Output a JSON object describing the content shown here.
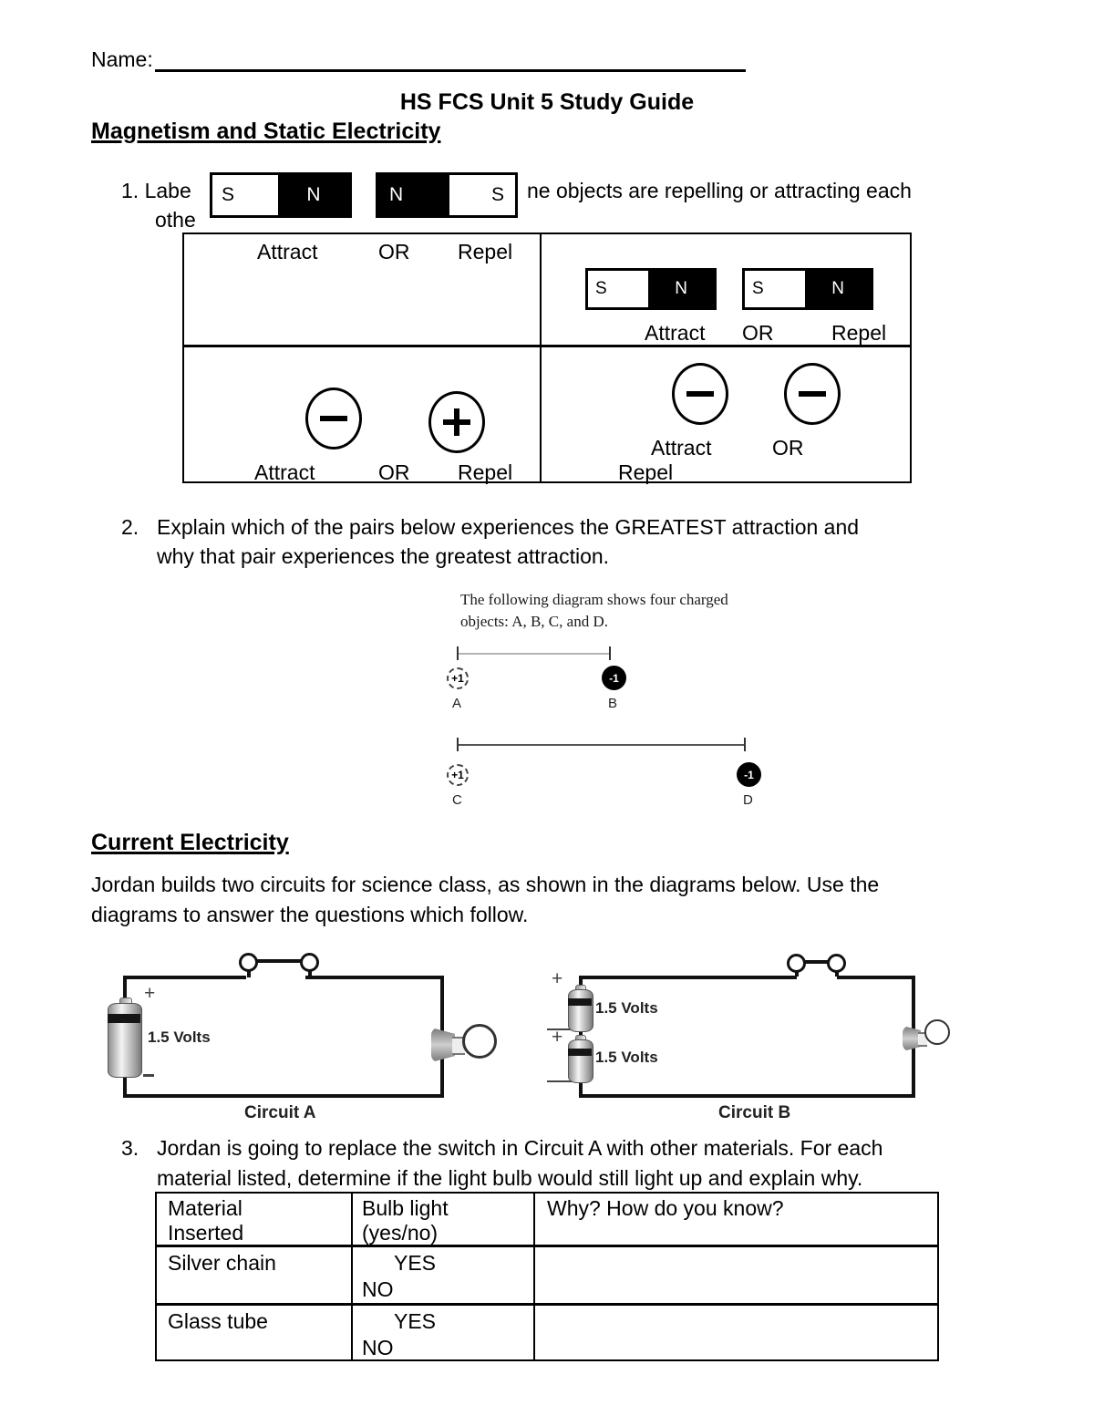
{
  "colors": {
    "text": "#000000",
    "background": "#ffffff"
  },
  "header": {
    "name_label": "Name:",
    "title": "HS FCS Unit 5 Study Guide",
    "section_magnetism": "Magnetism and Static Electricity",
    "section_current": "Current Electricity"
  },
  "q1": {
    "number_start": "1. Labe",
    "line1_end": "ne objects are repelling or attracting each",
    "line2": "othe",
    "top_magnet1": {
      "left": "S",
      "right": "N"
    },
    "top_magnet2": {
      "left": "N",
      "right": "S"
    },
    "cell_magnet1": {
      "left": "S",
      "right": "N"
    },
    "cell_magnet2": {
      "left": "S",
      "right": "N"
    },
    "options": {
      "attract": "Attract",
      "or": "OR",
      "repel": "Repel"
    },
    "cell3_charges": [
      "minus",
      "plus"
    ],
    "cell4_charges": [
      "minus",
      "minus"
    ]
  },
  "q2": {
    "number": "2.",
    "lines": [
      "Explain which of the pairs below experiences the GREATEST attraction and",
      "why that pair experiences the greatest attraction."
    ]
  },
  "figure": {
    "caption_line1": "The following diagram shows four charged",
    "caption_line2": "objects: A, B, C, and D.",
    "charges": {
      "a": {
        "value": "+1",
        "label": "A"
      },
      "b": {
        "value": "-1",
        "label": "B"
      },
      "c": {
        "value": "+1",
        "label": "C"
      },
      "d": {
        "value": "-1",
        "label": "D"
      }
    }
  },
  "current": {
    "intro_lines": [
      "Jordan builds two circuits for science class, as shown in the diagrams below. Use the",
      "diagrams to answer the questions which follow."
    ],
    "circuit_a": {
      "plus": "+",
      "voltage": "1.5 Volts",
      "label": "Circuit A"
    },
    "circuit_b": {
      "plus1": "+",
      "voltage1": "1.5 Volts",
      "plus2": "+",
      "voltage2": "1.5 Volts",
      "label": "Circuit B"
    }
  },
  "q3": {
    "number": "3.",
    "lines": [
      "Jordan is going to replace the switch in Circuit A with other materials. For each",
      "material listed, determine if the light bulb would still light up and explain why."
    ]
  },
  "materials_table": {
    "header": {
      "col1_line1": "Material",
      "col1_line2": "Inserted",
      "col2_line1": "Bulb light",
      "col2_line2": "(yes/no)",
      "col3": "Why? How do you know?"
    },
    "rows": [
      {
        "material": "Silver chain",
        "yes": "YES",
        "no": "NO",
        "why": ""
      },
      {
        "material": "Glass tube",
        "yes": "YES",
        "no": "NO",
        "why": ""
      }
    ]
  }
}
